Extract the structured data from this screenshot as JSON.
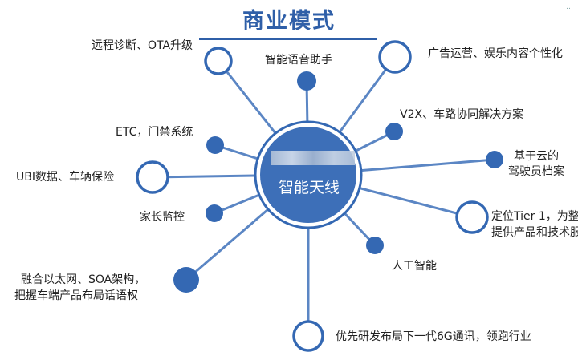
{
  "title": "商业模式",
  "hub": {
    "label": "智能天线"
  },
  "nodes": [
    {
      "id": "remote",
      "label": "远程诊断、OTA升级"
    },
    {
      "id": "voice",
      "label": "智能语音助手"
    },
    {
      "id": "ads",
      "label": "广告运营、娱乐内容个性化"
    },
    {
      "id": "v2x",
      "label": "V2X、车路协同解决方案"
    },
    {
      "id": "etc",
      "label": "ETC，门禁系统"
    },
    {
      "id": "cloud",
      "label": "基于云的\n驾驶员档案"
    },
    {
      "id": "ubi",
      "label": "UBI数据、车辆保险"
    },
    {
      "id": "parental",
      "label": "家长监控"
    },
    {
      "id": "tier1",
      "label": "定位Tier 1，为整\n提供产品和技术服"
    },
    {
      "id": "ai",
      "label": "人工智能"
    },
    {
      "id": "ethernet",
      "label": "融合以太网、SOA架构，\n把握车端产品布局话语权"
    },
    {
      "id": "6g",
      "label": "优先研发布局下一代6G通讯，领跑行业"
    }
  ],
  "colors": {
    "primary": "#3468b3",
    "line": "#5b86c4",
    "title": "#2f5fa8"
  }
}
